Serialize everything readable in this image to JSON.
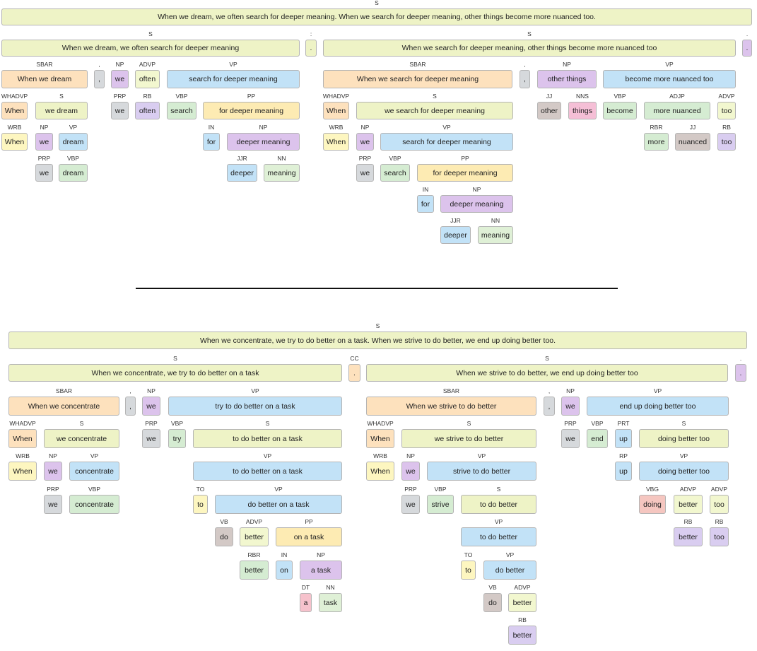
{
  "colors": {
    "S": "#eef3c6",
    "SBAR": "#fde1bd",
    "WHADVP": "#fde1bd",
    "WRB": "#fdf6c0",
    "NP": "#dcc3ec",
    "VP": "#c2e2f7",
    "PP": "#fdebb3",
    "ADVP": "#f2f7cf",
    "ADJP": "#d5ecd2",
    "PRP": "#d6d9dc",
    "VBP": "#d5ecd2",
    "RB": "#d9cdf0",
    "IN": "#c2e2f7",
    "JJR": "#c2e2f7",
    "NN": "#dff0d6",
    "JJ": "#d3c9c6",
    "NNS": "#f5bfd6",
    "RBR": "#d5ecd2",
    "TO": "#fdf6c0",
    "VB": "#d3c9c6",
    "DT": "#f6c2cc",
    "VBG": "#f5c6c0",
    "RP": "#c2e2f7",
    "PRT": "#c2e2f7",
    "CC": "#fde1bd",
    "PUNCT": "#d6d9dc",
    "PUNCT_ALT": "#dcc3ec"
  },
  "separator": {
    "role": "divider"
  },
  "trees": [
    {
      "nodes": [
        {
          "id": "n0",
          "label": "S",
          "text": "When we dream, we often search for deeper meaning. When we search for deeper meaning, other things become more nuanced too.",
          "tag": "S"
        },
        {
          "id": "n1",
          "label": "S",
          "text": "When we dream, we often search for deeper meaning",
          "tag": "S"
        },
        {
          "id": "n2",
          "label": ":",
          "text": ".",
          "tag": "S"
        },
        {
          "id": "n3",
          "label": "S",
          "text": "When we search for deeper meaning, other things become more nuanced too",
          "tag": "S"
        },
        {
          "id": "n4",
          "label": ".",
          "text": ".",
          "tag": "PUNCT_ALT"
        },
        {
          "id": "n5",
          "label": "SBAR",
          "text": "When we dream",
          "tag": "SBAR"
        },
        {
          "id": "n6",
          "label": ",",
          "text": ",",
          "tag": "PUNCT"
        },
        {
          "id": "n7",
          "label": "NP",
          "text": "we",
          "tag": "NP"
        },
        {
          "id": "n8",
          "label": "ADVP",
          "text": "often",
          "tag": "ADVP"
        },
        {
          "id": "n9",
          "label": "VP",
          "text": "search for deeper meaning",
          "tag": "VP"
        },
        {
          "id": "n10",
          "label": "WHADVP",
          "text": "When",
          "tag": "WHADVP"
        },
        {
          "id": "n11",
          "label": "S",
          "text": "we dream",
          "tag": "S"
        },
        {
          "id": "n12",
          "label": "PRP",
          "text": "we",
          "tag": "PRP"
        },
        {
          "id": "n13",
          "label": "RB",
          "text": "often",
          "tag": "RB"
        },
        {
          "id": "n14",
          "label": "VBP",
          "text": "search",
          "tag": "VBP"
        },
        {
          "id": "n15",
          "label": "PP",
          "text": "for deeper meaning",
          "tag": "PP"
        },
        {
          "id": "n16",
          "label": "WRB",
          "text": "When",
          "tag": "WRB"
        },
        {
          "id": "n17",
          "label": "NP",
          "text": "we",
          "tag": "NP"
        },
        {
          "id": "n18",
          "label": "VP",
          "text": "dream",
          "tag": "VP"
        },
        {
          "id": "n19",
          "label": "IN",
          "text": "for",
          "tag": "IN"
        },
        {
          "id": "n20",
          "label": "NP",
          "text": "deeper meaning",
          "tag": "NP"
        },
        {
          "id": "n21",
          "label": "PRP",
          "text": "we",
          "tag": "PRP"
        },
        {
          "id": "n22",
          "label": "VBP",
          "text": "dream",
          "tag": "VBP"
        },
        {
          "id": "n23",
          "label": "JJR",
          "text": "deeper",
          "tag": "JJR"
        },
        {
          "id": "n24",
          "label": "NN",
          "text": "meaning",
          "tag": "NN"
        },
        {
          "id": "n25",
          "label": "SBAR",
          "text": "When we search for deeper meaning",
          "tag": "SBAR"
        },
        {
          "id": "n26",
          "label": ",",
          "text": ",",
          "tag": "PUNCT"
        },
        {
          "id": "n27",
          "label": "NP",
          "text": "other things",
          "tag": "NP"
        },
        {
          "id": "n28",
          "label": "VP",
          "text": "become more nuanced too",
          "tag": "VP"
        },
        {
          "id": "n29",
          "label": "WHADVP",
          "text": "When",
          "tag": "WHADVP"
        },
        {
          "id": "n30",
          "label": "S",
          "text": "we search for deeper meaning",
          "tag": "S"
        },
        {
          "id": "n31",
          "label": "JJ",
          "text": "other",
          "tag": "JJ"
        },
        {
          "id": "n32",
          "label": "NNS",
          "text": "things",
          "tag": "NNS"
        },
        {
          "id": "n33",
          "label": "VBP",
          "text": "become",
          "tag": "VBP"
        },
        {
          "id": "n34",
          "label": "ADJP",
          "text": "more nuanced",
          "tag": "ADJP"
        },
        {
          "id": "n35",
          "label": "ADVP",
          "text": "too",
          "tag": "ADVP"
        },
        {
          "id": "n36",
          "label": "WRB",
          "text": "When",
          "tag": "WRB"
        },
        {
          "id": "n37",
          "label": "NP",
          "text": "we",
          "tag": "NP"
        },
        {
          "id": "n38",
          "label": "VP",
          "text": "search for deeper meaning",
          "tag": "VP"
        },
        {
          "id": "n39",
          "label": "RBR",
          "text": "more",
          "tag": "RBR"
        },
        {
          "id": "n40",
          "label": "JJ",
          "text": "nuanced",
          "tag": "JJ"
        },
        {
          "id": "n41",
          "label": "RB",
          "text": "too",
          "tag": "RB"
        },
        {
          "id": "n42",
          "label": "PRP",
          "text": "we",
          "tag": "PRP"
        },
        {
          "id": "n43",
          "label": "VBP",
          "text": "search",
          "tag": "VBP"
        },
        {
          "id": "n44",
          "label": "PP",
          "text": "for deeper meaning",
          "tag": "PP"
        },
        {
          "id": "n45",
          "label": "IN",
          "text": "for",
          "tag": "IN"
        },
        {
          "id": "n46",
          "label": "NP",
          "text": "deeper meaning",
          "tag": "NP"
        },
        {
          "id": "n47",
          "label": "JJR",
          "text": "deeper",
          "tag": "JJR"
        },
        {
          "id": "n48",
          "label": "NN",
          "text": "meaning",
          "tag": "NN"
        }
      ]
    },
    {
      "nodes": [
        {
          "id": "m0",
          "label": "S",
          "text": "When we concentrate, we try to do better on a task. When we strive to do better, we end up doing better too.",
          "tag": "S"
        },
        {
          "id": "m1",
          "label": "S",
          "text": "When we concentrate, we try to do better on a task",
          "tag": "S"
        },
        {
          "id": "m2",
          "label": "CC",
          "text": ".",
          "tag": "CC"
        },
        {
          "id": "m3",
          "label": "S",
          "text": "When we strive to do better, we end up doing better too",
          "tag": "S"
        },
        {
          "id": "m4",
          "label": ".",
          "text": ".",
          "tag": "PUNCT_ALT"
        },
        {
          "id": "m5",
          "label": "SBAR",
          "text": "When we concentrate",
          "tag": "SBAR"
        },
        {
          "id": "m6",
          "label": ",",
          "text": ",",
          "tag": "PUNCT"
        },
        {
          "id": "m7",
          "label": "NP",
          "text": "we",
          "tag": "NP"
        },
        {
          "id": "m8",
          "label": "VP",
          "text": "try to do better on a task",
          "tag": "VP"
        },
        {
          "id": "m9",
          "label": "WHADVP",
          "text": "When",
          "tag": "WHADVP"
        },
        {
          "id": "m10",
          "label": "S",
          "text": "we concentrate",
          "tag": "S"
        },
        {
          "id": "m11",
          "label": "PRP",
          "text": "we",
          "tag": "PRP"
        },
        {
          "id": "m12",
          "label": "VBP",
          "text": "try",
          "tag": "VBP"
        },
        {
          "id": "m13",
          "label": "S",
          "text": "to do better on a task",
          "tag": "S"
        },
        {
          "id": "m14",
          "label": "WRB",
          "text": "When",
          "tag": "WRB"
        },
        {
          "id": "m15",
          "label": "NP",
          "text": "we",
          "tag": "NP"
        },
        {
          "id": "m16",
          "label": "VP",
          "text": "concentrate",
          "tag": "VP"
        },
        {
          "id": "m17",
          "label": "VP",
          "text": "to do better on a task",
          "tag": "VP"
        },
        {
          "id": "m18",
          "label": "PRP",
          "text": "we",
          "tag": "PRP"
        },
        {
          "id": "m19",
          "label": "VBP",
          "text": "concentrate",
          "tag": "VBP"
        },
        {
          "id": "m20",
          "label": "TO",
          "text": "to",
          "tag": "TO"
        },
        {
          "id": "m21",
          "label": "VP",
          "text": "do better on a task",
          "tag": "VP"
        },
        {
          "id": "m22",
          "label": "VB",
          "text": "do",
          "tag": "VB"
        },
        {
          "id": "m23",
          "label": "ADVP",
          "text": "better",
          "tag": "ADVP"
        },
        {
          "id": "m24",
          "label": "PP",
          "text": "on a task",
          "tag": "PP"
        },
        {
          "id": "m25",
          "label": "RBR",
          "text": "better",
          "tag": "RBR"
        },
        {
          "id": "m26",
          "label": "IN",
          "text": "on",
          "tag": "IN"
        },
        {
          "id": "m27",
          "label": "NP",
          "text": "a task",
          "tag": "NP"
        },
        {
          "id": "m28",
          "label": "DT",
          "text": "a",
          "tag": "DT"
        },
        {
          "id": "m29",
          "label": "NN",
          "text": "task",
          "tag": "NN"
        },
        {
          "id": "m30",
          "label": "SBAR",
          "text": "When we strive to do better",
          "tag": "SBAR"
        },
        {
          "id": "m31",
          "label": ",",
          "text": ",",
          "tag": "PUNCT"
        },
        {
          "id": "m32",
          "label": "NP",
          "text": "we",
          "tag": "NP"
        },
        {
          "id": "m33",
          "label": "VP",
          "text": "end up doing better too",
          "tag": "VP"
        },
        {
          "id": "m34",
          "label": "WHADVP",
          "text": "When",
          "tag": "WHADVP"
        },
        {
          "id": "m35",
          "label": "S",
          "text": "we strive to do better",
          "tag": "S"
        },
        {
          "id": "m36",
          "label": "PRP",
          "text": "we",
          "tag": "PRP"
        },
        {
          "id": "m37",
          "label": "VBP",
          "text": "end",
          "tag": "VBP"
        },
        {
          "id": "m38",
          "label": "PRT",
          "text": "up",
          "tag": "PRT"
        },
        {
          "id": "m39",
          "label": "S",
          "text": "doing better too",
          "tag": "S"
        },
        {
          "id": "m40",
          "label": "WRB",
          "text": "When",
          "tag": "WRB"
        },
        {
          "id": "m41",
          "label": "NP",
          "text": "we",
          "tag": "NP"
        },
        {
          "id": "m42",
          "label": "VP",
          "text": "strive to do better",
          "tag": "VP"
        },
        {
          "id": "m43",
          "label": "RP",
          "text": "up",
          "tag": "RP"
        },
        {
          "id": "m44",
          "label": "VP",
          "text": "doing better too",
          "tag": "VP"
        },
        {
          "id": "m45",
          "label": "PRP",
          "text": "we",
          "tag": "PRP"
        },
        {
          "id": "m46",
          "label": "VBP",
          "text": "strive",
          "tag": "VBP"
        },
        {
          "id": "m47",
          "label": "S",
          "text": "to do better",
          "tag": "S"
        },
        {
          "id": "m48",
          "label": "VBG",
          "text": "doing",
          "tag": "VBG"
        },
        {
          "id": "m49",
          "label": "ADVP",
          "text": "better",
          "tag": "ADVP"
        },
        {
          "id": "m50",
          "label": "ADVP",
          "text": "too",
          "tag": "ADVP"
        },
        {
          "id": "m51",
          "label": "VP",
          "text": "to do better",
          "tag": "VP"
        },
        {
          "id": "m52",
          "label": "RB",
          "text": "better",
          "tag": "RB"
        },
        {
          "id": "m53",
          "label": "RB",
          "text": "too",
          "tag": "RB"
        },
        {
          "id": "m54",
          "label": "TO",
          "text": "to",
          "tag": "TO"
        },
        {
          "id": "m55",
          "label": "VP",
          "text": "do better",
          "tag": "VP"
        },
        {
          "id": "m56",
          "label": "VB",
          "text": "do",
          "tag": "VB"
        },
        {
          "id": "m57",
          "label": "ADVP",
          "text": "better",
          "tag": "ADVP"
        },
        {
          "id": "m58",
          "label": "RB",
          "text": "better",
          "tag": "RB"
        }
      ]
    }
  ]
}
